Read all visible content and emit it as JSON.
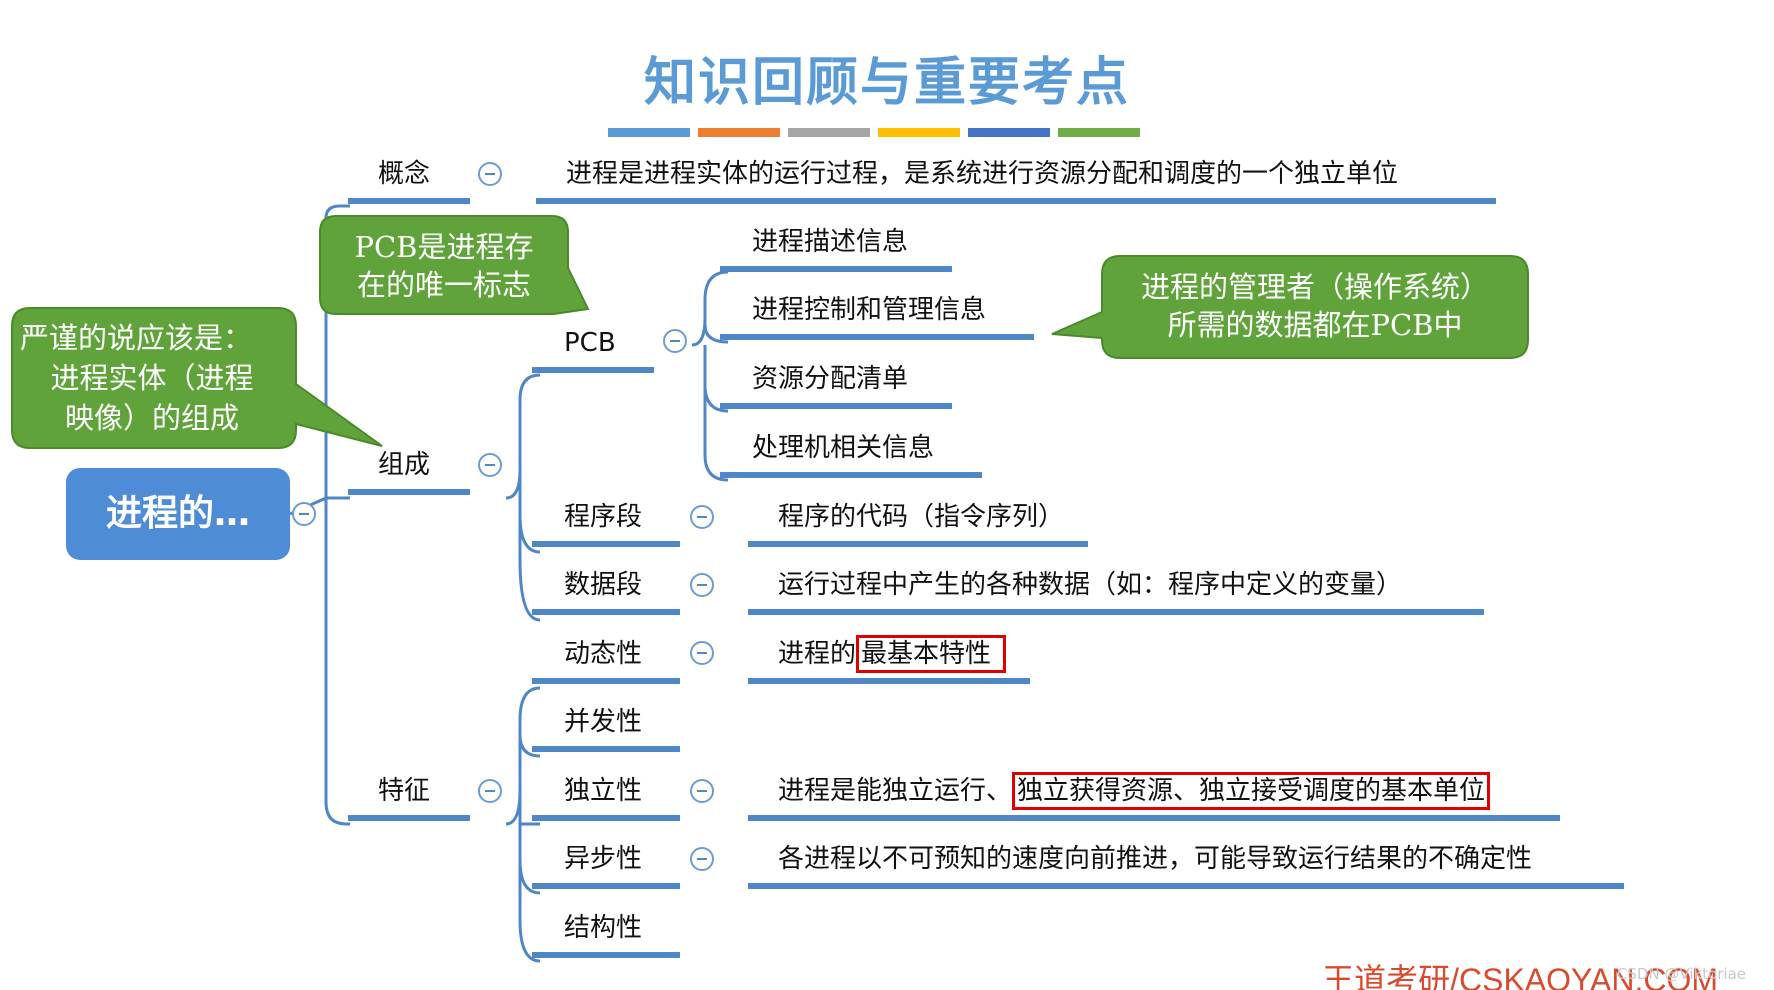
{
  "title": "知识回顾与重要考点",
  "title_bar_colors": [
    "#5b9bd5",
    "#ed7d31",
    "#a5a5a5",
    "#ffc000",
    "#4472c4",
    "#70ad47"
  ],
  "root": "进程的…",
  "branches": {
    "concept": {
      "label": "概念",
      "detail": "进程是进程实体的运行过程，是系统进行资源分配和调度的一个独立单位"
    },
    "composition": {
      "label": "组成",
      "pcb": {
        "label": "PCB",
        "items": [
          "进程描述信息",
          "进程控制和管理信息",
          "资源分配清单",
          "处理机相关信息"
        ]
      },
      "program_segment": {
        "label": "程序段",
        "detail": "程序的代码（指令序列）"
      },
      "data_segment": {
        "label": "数据段",
        "detail": "运行过程中产生的各种数据（如：程序中定义的变量）"
      }
    },
    "features": {
      "label": "特征",
      "dynamic": {
        "label": "动态性",
        "detail_prefix": "进程的",
        "detail_highlight": "最基本特性"
      },
      "concurrent": {
        "label": "并发性"
      },
      "independent": {
        "label": "独立性",
        "detail_prefix": "进程是能独立运行、",
        "detail_highlight": "独立获得资源、独立接受调度的基本单位"
      },
      "asynchronous": {
        "label": "异步性",
        "detail": "各进程以不可预知的速度向前推进，可能导致运行结果的不确定性"
      },
      "structural": {
        "label": "结构性"
      }
    }
  },
  "callouts": {
    "strict": [
      "严谨的说应该是：",
      "进程实体（进程",
      "映像）的组成"
    ],
    "pcb_unique": [
      "PCB是进程存",
      "在的唯一标志"
    ],
    "manager": [
      "进程的管理者（操作系统）",
      "所需的数据都在PCB中"
    ]
  },
  "footer": "王道考研/CSKAOYAN.COM",
  "watermark": "CSDN @Viktoriae",
  "colors": {
    "branch_line": "#4f86c6",
    "callout_fill": "#5fa33a",
    "highlight_box": "#e00000",
    "root_fill": "#4e8cd6",
    "footer": "#d84a2b"
  }
}
